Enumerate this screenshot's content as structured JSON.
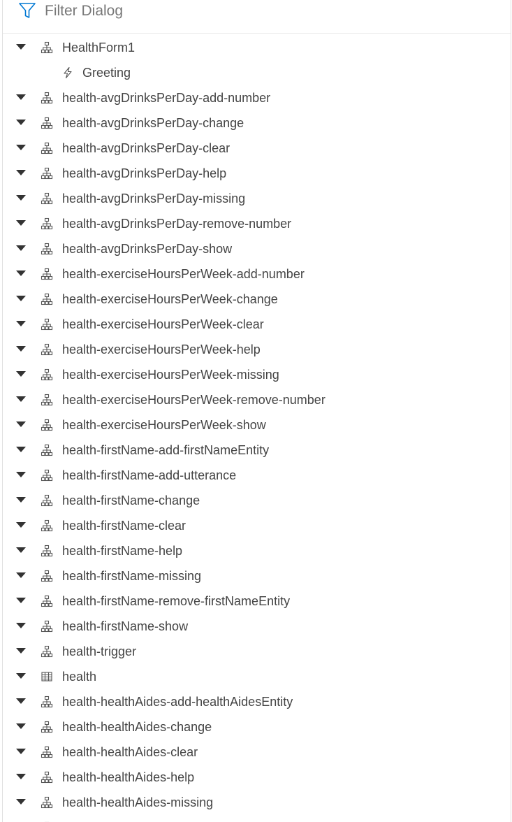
{
  "filter": {
    "placeholder": "Filter Dialog",
    "icon": "filter-icon",
    "accent_color": "#0078d4"
  },
  "tree": {
    "items": [
      {
        "label": "HealthForm1",
        "icon": "dialog-icon",
        "expanded": true,
        "level": 0
      },
      {
        "label": "Greeting",
        "icon": "trigger-icon",
        "expanded": false,
        "level": 1
      },
      {
        "label": "health-avgDrinksPerDay-add-number",
        "icon": "dialog-icon",
        "expanded": true,
        "level": 0
      },
      {
        "label": "health-avgDrinksPerDay-change",
        "icon": "dialog-icon",
        "expanded": true,
        "level": 0
      },
      {
        "label": "health-avgDrinksPerDay-clear",
        "icon": "dialog-icon",
        "expanded": true,
        "level": 0
      },
      {
        "label": "health-avgDrinksPerDay-help",
        "icon": "dialog-icon",
        "expanded": true,
        "level": 0
      },
      {
        "label": "health-avgDrinksPerDay-missing",
        "icon": "dialog-icon",
        "expanded": true,
        "level": 0
      },
      {
        "label": "health-avgDrinksPerDay-remove-number",
        "icon": "dialog-icon",
        "expanded": true,
        "level": 0
      },
      {
        "label": "health-avgDrinksPerDay-show",
        "icon": "dialog-icon",
        "expanded": true,
        "level": 0
      },
      {
        "label": "health-exerciseHoursPerWeek-add-number",
        "icon": "dialog-icon",
        "expanded": true,
        "level": 0
      },
      {
        "label": "health-exerciseHoursPerWeek-change",
        "icon": "dialog-icon",
        "expanded": true,
        "level": 0
      },
      {
        "label": "health-exerciseHoursPerWeek-clear",
        "icon": "dialog-icon",
        "expanded": true,
        "level": 0
      },
      {
        "label": "health-exerciseHoursPerWeek-help",
        "icon": "dialog-icon",
        "expanded": true,
        "level": 0
      },
      {
        "label": "health-exerciseHoursPerWeek-missing",
        "icon": "dialog-icon",
        "expanded": true,
        "level": 0
      },
      {
        "label": "health-exerciseHoursPerWeek-remove-number",
        "icon": "dialog-icon",
        "expanded": true,
        "level": 0
      },
      {
        "label": "health-exerciseHoursPerWeek-show",
        "icon": "dialog-icon",
        "expanded": true,
        "level": 0
      },
      {
        "label": "health-firstName-add-firstNameEntity",
        "icon": "dialog-icon",
        "expanded": true,
        "level": 0
      },
      {
        "label": "health-firstName-add-utterance",
        "icon": "dialog-icon",
        "expanded": true,
        "level": 0
      },
      {
        "label": "health-firstName-change",
        "icon": "dialog-icon",
        "expanded": true,
        "level": 0
      },
      {
        "label": "health-firstName-clear",
        "icon": "dialog-icon",
        "expanded": true,
        "level": 0
      },
      {
        "label": "health-firstName-help",
        "icon": "dialog-icon",
        "expanded": true,
        "level": 0
      },
      {
        "label": "health-firstName-missing",
        "icon": "dialog-icon",
        "expanded": true,
        "level": 0
      },
      {
        "label": "health-firstName-remove-firstNameEntity",
        "icon": "dialog-icon",
        "expanded": true,
        "level": 0
      },
      {
        "label": "health-firstName-show",
        "icon": "dialog-icon",
        "expanded": true,
        "level": 0
      },
      {
        "label": "health-trigger",
        "icon": "dialog-icon",
        "expanded": true,
        "level": 0
      },
      {
        "label": "health",
        "icon": "table-icon",
        "expanded": true,
        "level": 0
      },
      {
        "label": "health-healthAides-add-healthAidesEntity",
        "icon": "dialog-icon",
        "expanded": true,
        "level": 0
      },
      {
        "label": "health-healthAides-change",
        "icon": "dialog-icon",
        "expanded": true,
        "level": 0
      },
      {
        "label": "health-healthAides-clear",
        "icon": "dialog-icon",
        "expanded": true,
        "level": 0
      },
      {
        "label": "health-healthAides-help",
        "icon": "dialog-icon",
        "expanded": true,
        "level": 0
      },
      {
        "label": "health-healthAides-missing",
        "icon": "dialog-icon",
        "expanded": true,
        "level": 0
      },
      {
        "label": "",
        "icon": "dialog-icon",
        "expanded": true,
        "level": 0
      }
    ]
  }
}
